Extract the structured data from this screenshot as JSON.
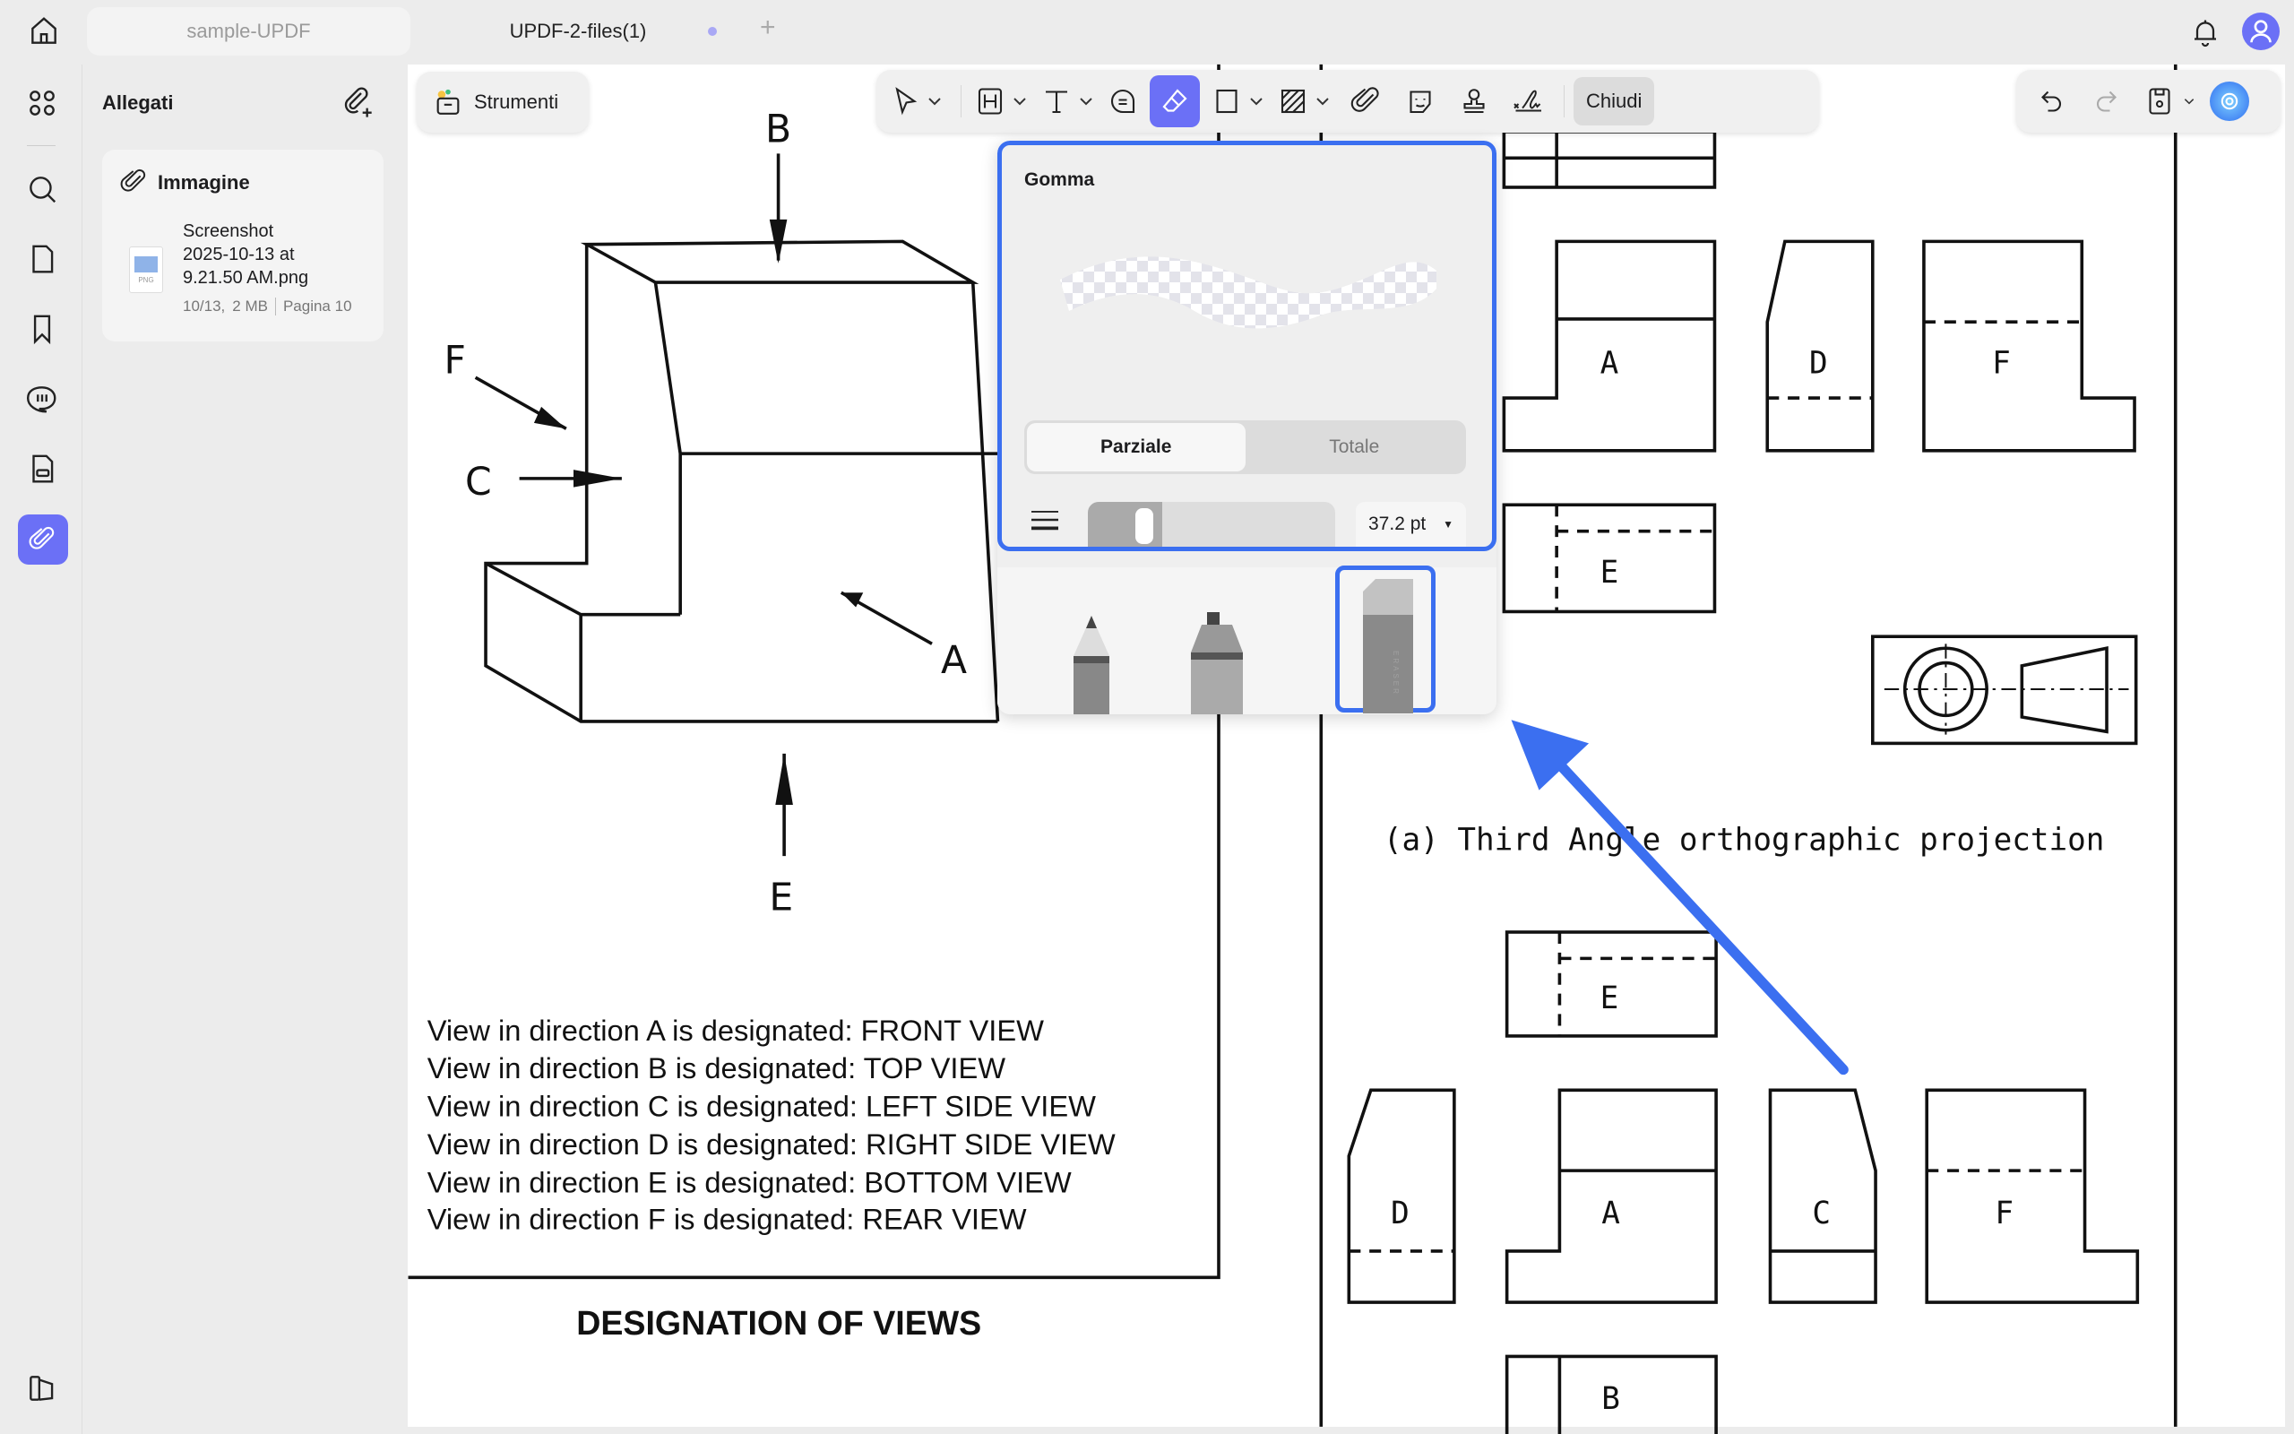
{
  "tabs": [
    {
      "label": "sample-UPDF",
      "active": false
    },
    {
      "label": "UPDF-2-files(1)",
      "active": true
    }
  ],
  "panel": {
    "title": "Allegati",
    "group": "Immagine",
    "file": {
      "name_line1": "Screenshot",
      "name_line2": "2025-10-13 at",
      "name_line3": "9.21.50 AM.png",
      "date": "10/13,",
      "size": "2 MB",
      "page": "Pagina 10",
      "type": "PNG"
    }
  },
  "toolbar": {
    "tools_label": "Strumenti",
    "close_label": "Chiudi"
  },
  "eraser": {
    "title": "Gomma",
    "modes": [
      "Parziale",
      "Totale"
    ],
    "selected_mode": "Parziale",
    "size": "37.2 pt",
    "size_fraction": 0.3,
    "eraser_text": "ERASER"
  },
  "document": {
    "iso_labels": {
      "A": "A",
      "B": "B",
      "C": "C",
      "E": "E",
      "F": "F"
    },
    "lines": [
      "View in direction A is designated: FRONT VIEW",
      "View in direction B is designated: TOP VIEW",
      "View in direction C is designated: LEFT SIDE VIEW",
      "View in direction D is designated: RIGHT SIDE VIEW",
      "View in direction E is designated: BOTTOM VIEW",
      "View in direction F is designated: REAR VIEW"
    ],
    "heading": "DESIGNATION OF VIEWS",
    "caption": "(a) Third Angle orthographic projection",
    "view_labels": {
      "A": "A",
      "D": "D",
      "F": "F",
      "E": "E",
      "C": "C",
      "B": "B"
    }
  },
  "colors": {
    "accent": "#6b70f6",
    "highlight": "#3b6ff0"
  }
}
